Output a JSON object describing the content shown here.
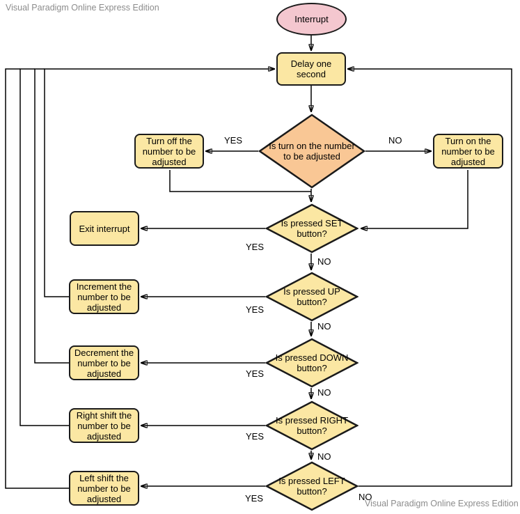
{
  "watermarks": {
    "top_left": "Visual Paradigm Online Express Edition",
    "bottom_right": "Visual Paradigm Online Express Edition"
  },
  "colors": {
    "terminator_fill": "#f4c7cf",
    "process_fill": "#fbe7a3",
    "decision_primary_fill": "#f9c795",
    "decision_fill": "#fbe7a3",
    "shape_border": "#1a1a1a",
    "connector": "#000000",
    "watermark": "#8c8c8c"
  },
  "nodes": {
    "interrupt": {
      "label": "Interrupt",
      "shape": "terminator"
    },
    "delay": {
      "label": "Delay one second",
      "shape": "process"
    },
    "is_turn_on": {
      "label": "Is turn on the number to be adjusted",
      "shape": "decision"
    },
    "turn_off": {
      "label": "Turn off the number to be adjusted",
      "shape": "process"
    },
    "turn_on": {
      "label": "Turn on the number to be adjusted",
      "shape": "process"
    },
    "is_set": {
      "label": "Is pressed SET button?",
      "shape": "decision"
    },
    "exit_interrupt": {
      "label": "Exit interrupt",
      "shape": "process"
    },
    "is_up": {
      "label": "Is pressed UP button?",
      "shape": "decision"
    },
    "increment": {
      "label": "Increment the number to be adjusted",
      "shape": "process"
    },
    "is_down": {
      "label": "Is pressed DOWN button?",
      "shape": "decision"
    },
    "decrement": {
      "label": "Decrement the number to be adjusted",
      "shape": "process"
    },
    "is_right": {
      "label": "Is pressed RIGHT button?",
      "shape": "decision"
    },
    "right_shift": {
      "label": "Right shift the number to be adjusted",
      "shape": "process"
    },
    "is_left": {
      "label": "Is pressed LEFT button?",
      "shape": "decision"
    },
    "left_shift": {
      "label": "Left shift the number to be adjusted",
      "shape": "process"
    }
  },
  "edge_labels": {
    "turn_check_yes": "YES",
    "turn_check_no": "NO",
    "set_yes": "YES",
    "set_no": "NO",
    "up_yes": "YES",
    "up_no": "NO",
    "down_yes": "YES",
    "down_no": "NO",
    "right_yes": "YES",
    "right_no": "NO",
    "left_yes": "YES",
    "left_no": "NO"
  }
}
